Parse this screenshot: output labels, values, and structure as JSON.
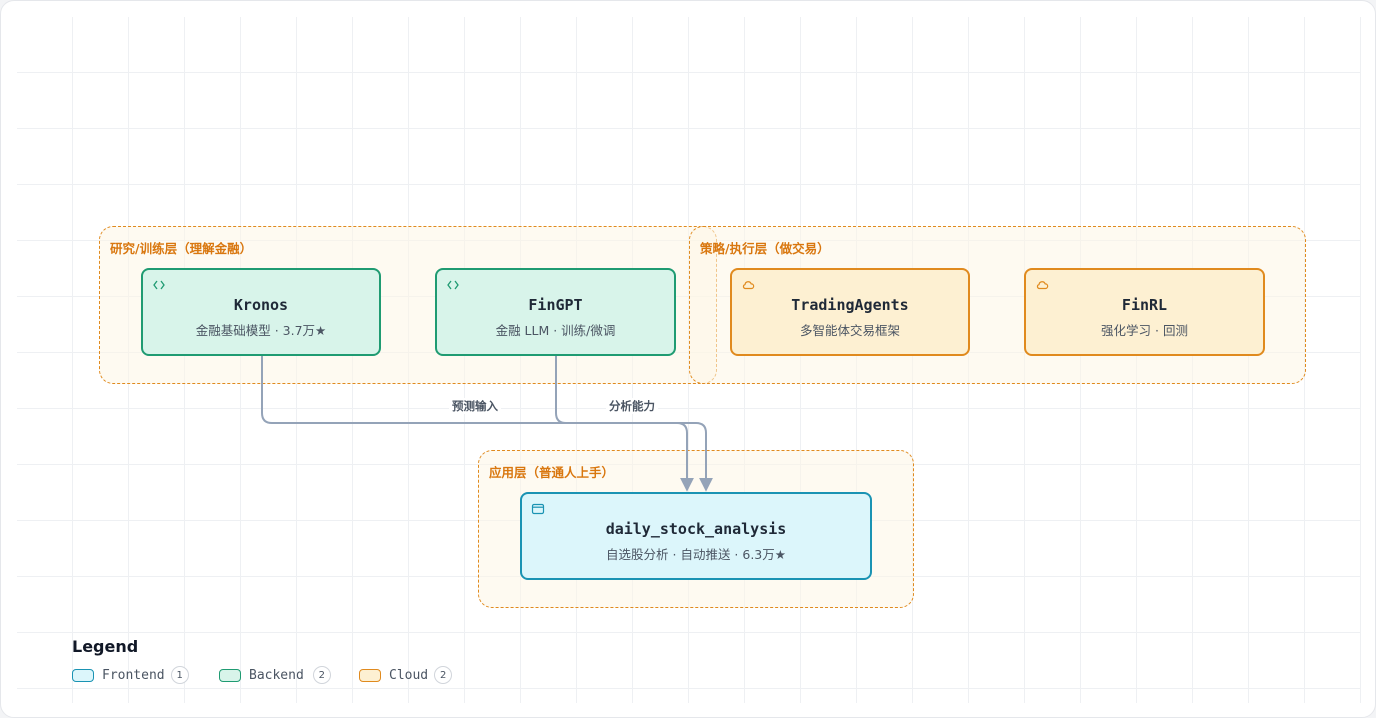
{
  "groups": {
    "research": {
      "label": "研究/训练层（理解金融）"
    },
    "strategy": {
      "label": "策略/执行层（做交易）"
    },
    "application": {
      "label": "应用层（普通人上手）"
    }
  },
  "nodes": {
    "kronos": {
      "title": "Kronos",
      "subtitle": "金融基础模型 · 3.7万★",
      "kind": "backend",
      "icon": "code-icon"
    },
    "fingpt": {
      "title": "FinGPT",
      "subtitle": "金融 LLM · 训练/微调",
      "kind": "backend",
      "icon": "code-icon"
    },
    "tradingagents": {
      "title": "TradingAgents",
      "subtitle": "多智能体交易框架",
      "kind": "cloud",
      "icon": "cloud-icon"
    },
    "finrl": {
      "title": "FinRL",
      "subtitle": "强化学习 · 回测",
      "kind": "cloud",
      "icon": "cloud-icon"
    },
    "daily": {
      "title": "daily_stock_analysis",
      "subtitle": "自选股分析 · 自动推送 · 6.3万★",
      "kind": "frontend",
      "icon": "browser-window-icon"
    }
  },
  "edges": [
    {
      "from": "kronos",
      "to": "daily",
      "label": "预测输入"
    },
    {
      "from": "fingpt",
      "to": "daily",
      "label": "分析能力"
    }
  ],
  "legend": {
    "title": "Legend",
    "items": [
      {
        "label": "Frontend",
        "count": "1",
        "color": "#1a93b3",
        "fill": "#dcf6fb"
      },
      {
        "label": "Backend",
        "count": "2",
        "color": "#1f9b72",
        "fill": "#d8f4ea"
      },
      {
        "label": "Cloud",
        "count": "2",
        "color": "#e08a1e",
        "fill": "#fdf0d2"
      }
    ]
  },
  "colors": {
    "group_border": "#e08a1e",
    "edge": "#94a3b8",
    "backend": "#1f9b72",
    "cloud": "#e08a1e",
    "frontend": "#1a93b3"
  }
}
